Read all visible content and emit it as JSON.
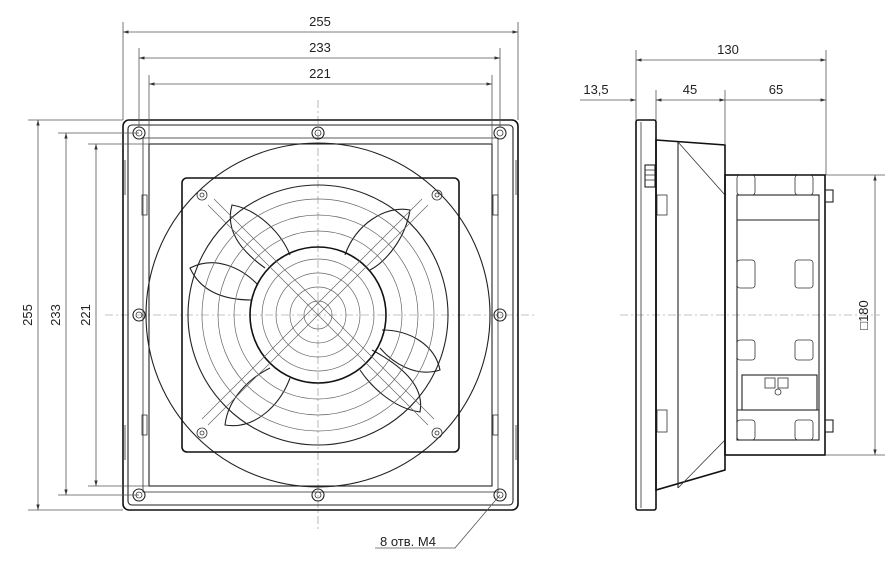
{
  "front": {
    "width_outer": "255",
    "width_mid": "233",
    "width_inner": "221",
    "height_outer": "255",
    "height_mid": "233",
    "height_inner": "221",
    "holes_note": "8 отв. М4"
  },
  "side": {
    "depth_total": "130",
    "depth_flange": "13,5",
    "depth_housing": "45",
    "depth_fan": "65",
    "fan_size": "□180"
  }
}
